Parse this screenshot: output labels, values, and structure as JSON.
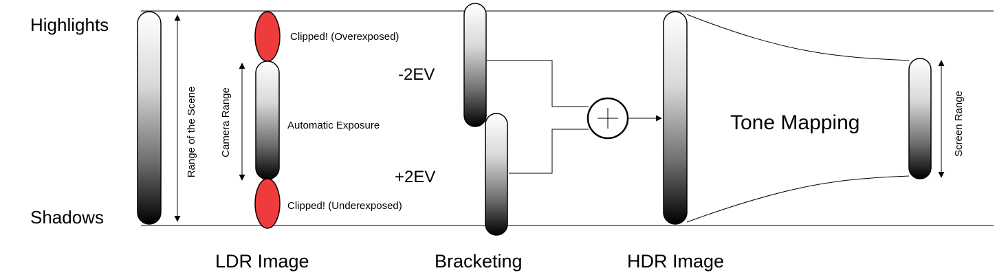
{
  "labels": {
    "highlights": "Highlights",
    "shadows": "Shadows",
    "range_scene": "Range of the Scene",
    "camera_range": "Camera Range",
    "clipped_over": "Clipped! (Overexposed)",
    "auto_exposure": "Automatic Exposure",
    "clipped_under": "Clipped! (Underexposed)",
    "minus_ev": "-2EV",
    "plus_ev": "+2EV",
    "tone_mapping": "Tone Mapping",
    "screen_range": "Screen Range"
  },
  "captions": {
    "ldr": "LDR Image",
    "bracketing": "Bracketing",
    "hdr": "HDR Image"
  },
  "colors": {
    "clip": "#ee3b3b",
    "bar_light": "#ffffff",
    "bar_dark": "#000000"
  }
}
